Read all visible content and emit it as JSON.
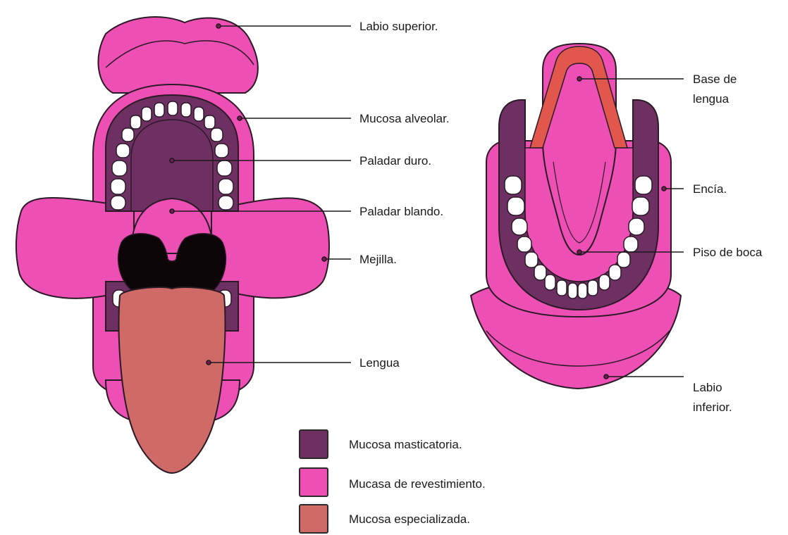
{
  "colors": {
    "masticatory": "#6e2f63",
    "lining": "#ee4fb5",
    "lining_light": "#f36cc4",
    "specialized": "#d06a66",
    "outline": "#2a1a26",
    "teeth": "#ffffff",
    "throat": "#0d0608",
    "tongue_base_red": "#e2574c"
  },
  "labels": {
    "labio_superior": "Labio superior.",
    "mucosa_alveolar": "Mucosa alveolar.",
    "paladar_duro": "Paladar duro.",
    "paladar_blando": "Paladar blando.",
    "mejilla": "Mejilla.",
    "lengua": "Lengua",
    "base_de_lengua_1": "Base de",
    "base_de_lengua_2": "lengua",
    "encia": "Encía.",
    "piso_de_boca": "Piso de boca",
    "labio_inferior_1": "Labio",
    "labio_inferior_2": "inferior."
  },
  "legend": [
    {
      "label": "Mucosa masticatoria.",
      "color": "#6e2f63"
    },
    {
      "label": "Mucasa de revestimiento.",
      "color": "#ee4fb5"
    },
    {
      "label": "Mucosa especializada.",
      "color": "#d06a66"
    }
  ]
}
